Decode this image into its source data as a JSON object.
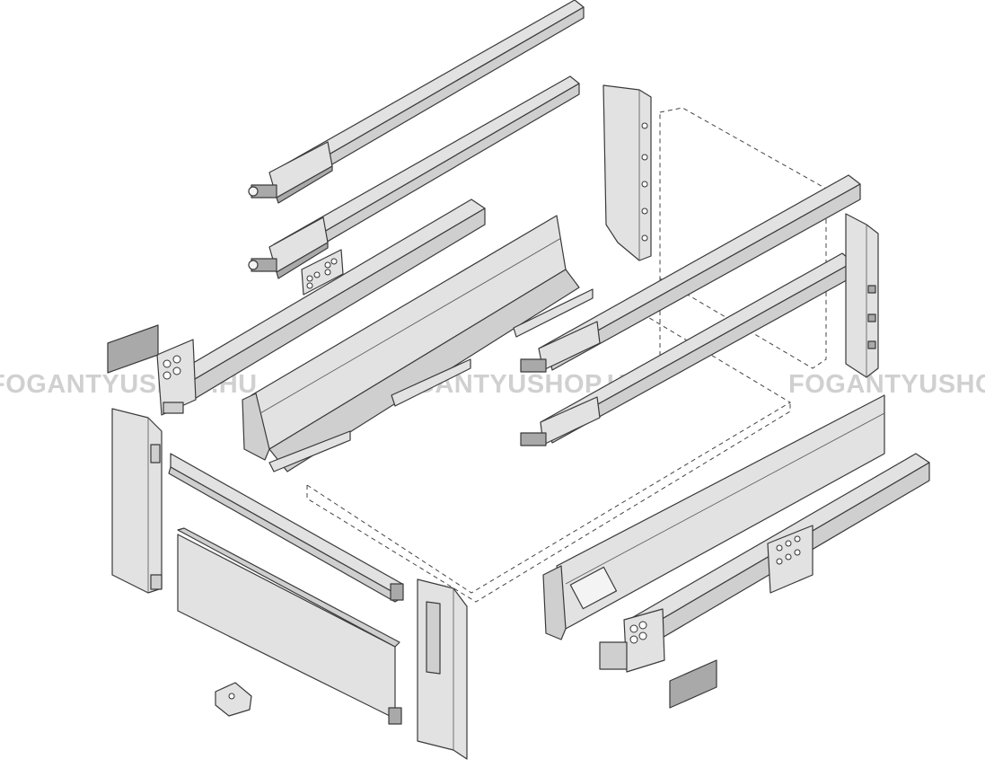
{
  "watermark": {
    "text": "FOGANTYUSHOP.HU",
    "color": "#d0d0d0"
  },
  "colors": {
    "outline": "#3a3a3a",
    "panel_light": "#e2e2e2",
    "panel_mid": "#cfcfcf",
    "panel_dark": "#a9a9a9",
    "background": "#ffffff"
  },
  "parts": [
    "gallery-rail-upper",
    "gallery-rail-lower",
    "drawer-runner-left",
    "drawer-side-left",
    "rear-bracket-left",
    "gallery-rail-cross-front",
    "gallery-rail-cross-back",
    "rear-bracket-right",
    "drawer-side-right",
    "drawer-runner-right",
    "front-bracket-left",
    "front-rail",
    "front-panel",
    "front-bracket-right",
    "cover-cap-left",
    "cover-cap-right",
    "clip",
    "drawer-bottom-outline"
  ]
}
